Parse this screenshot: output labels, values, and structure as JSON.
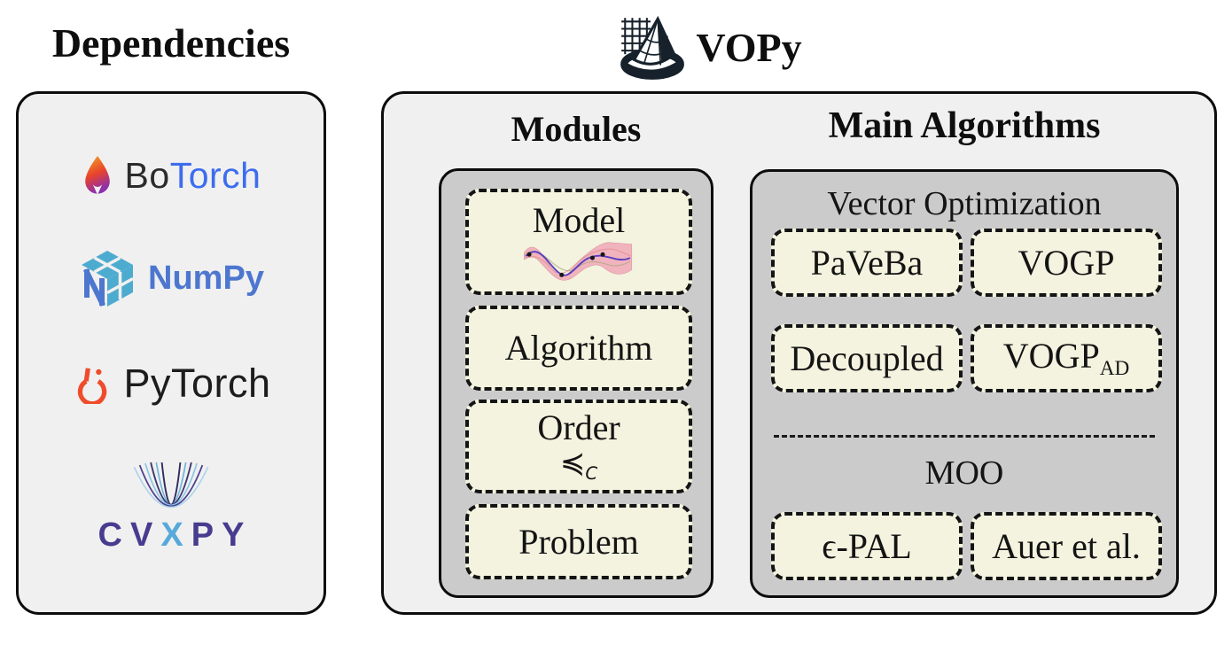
{
  "colors": {
    "page_bg": "#ffffff",
    "panel_bg": "#f0f0f0",
    "group_bg": "#cbcbcb",
    "item_bg": "#f3f3df",
    "border": "#0c0c0c",
    "botorch_blue": "#3d6dee",
    "numpy_dark_blue": "#4d77cf",
    "numpy_light_blue": "#4dabcf",
    "pytorch_orange": "#ee4c2c",
    "cvxpy_purple": "#473c8f",
    "cvxpy_light_blue": "#56a9da",
    "gp_band_pink": "#f1b0bd",
    "gp_mean_purple": "#5a3fc0"
  },
  "dependencies": {
    "title": "Dependencies",
    "botorch": {
      "part1": "Bo",
      "part2": "Torch"
    },
    "numpy": {
      "label": "NumPy"
    },
    "pytorch": {
      "label": "PyTorch"
    },
    "cvxpy": {
      "letters": {
        "c": "C",
        "v": "V",
        "x": "X",
        "p": "P",
        "y": "Y"
      }
    }
  },
  "vopy": {
    "title": "VOPy",
    "modules": {
      "title": "Modules",
      "model_label": "Model",
      "algorithm_label": "Algorithm",
      "order_label": "Order",
      "order_symbol": "≼",
      "order_subscript": "C",
      "problem_label": "Problem"
    },
    "algorithms": {
      "title": "Main Algorithms",
      "vector_optimization": {
        "label": "Vector Optimization",
        "paveba": "PaVeBa",
        "vogp": "VOGP",
        "decoupled": "Decoupled",
        "vogp_ad_base": "VOGP",
        "vogp_ad_sub": "AD"
      },
      "moo": {
        "label": "MOO",
        "epsilon_pal": "ϵ-PAL",
        "auer": "Auer et al."
      }
    }
  }
}
